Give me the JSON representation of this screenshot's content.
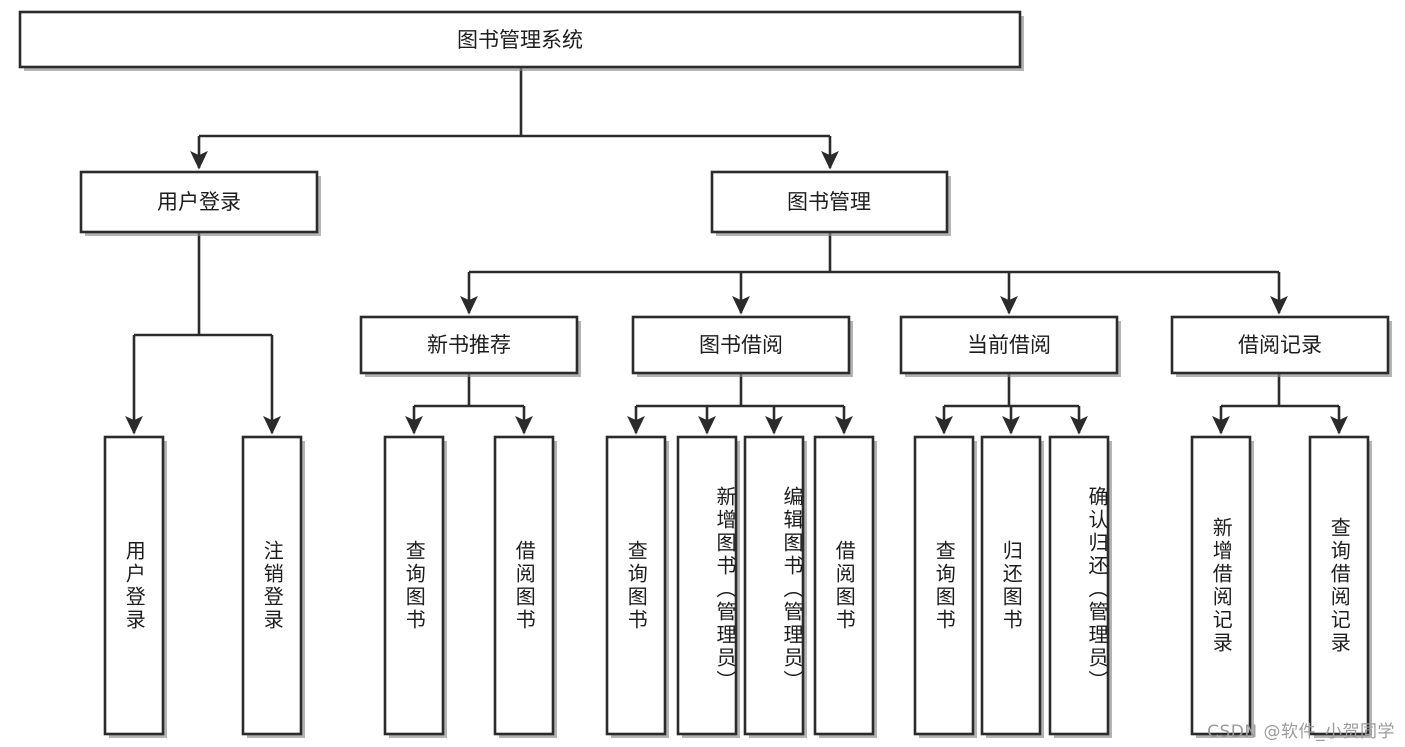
{
  "diagram": {
    "type": "tree-hierarchy",
    "title": "图书管理系统",
    "orientation": "top-down",
    "colors": {
      "stroke": "#2b2b2b",
      "fill": "#ffffff",
      "text": "#1d1d1d",
      "watermark": "#9b9b9b",
      "background": "#ffffff"
    },
    "root": {
      "label": "图书管理系统"
    },
    "level1": [
      {
        "label": "用户登录"
      },
      {
        "label": "图书管理"
      }
    ],
    "level2": [
      {
        "label": "新书推荐"
      },
      {
        "label": "图书借阅"
      },
      {
        "label": "当前借阅"
      },
      {
        "label": "借阅记录"
      }
    ],
    "leaves": {
      "user_login": [
        {
          "label": "用户登录"
        },
        {
          "label": "注销登录"
        }
      ],
      "new_book_recommend": [
        {
          "label": "查询图书"
        },
        {
          "label": "借阅图书"
        }
      ],
      "book_borrow": [
        {
          "label": "查询图书"
        },
        {
          "label": "新增图书（管理员）"
        },
        {
          "label": "编辑图书（管理员）"
        },
        {
          "label": "借阅图书"
        }
      ],
      "current_borrow": [
        {
          "label": "查询图书"
        },
        {
          "label": "归还图书"
        },
        {
          "label": "确认归还（管理员）"
        }
      ],
      "borrow_record": [
        {
          "label": "新增借阅记录"
        },
        {
          "label": "查询借阅记录"
        }
      ]
    }
  },
  "watermark": {
    "text": "CSDN @软件_小贺同学"
  }
}
